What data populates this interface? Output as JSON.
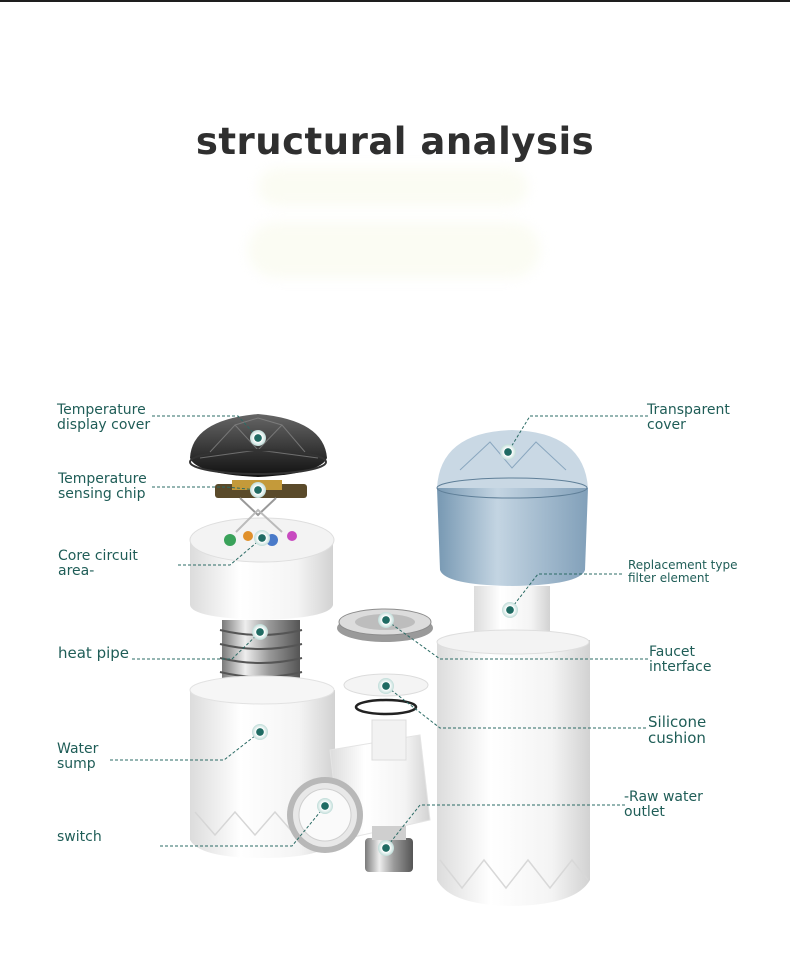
{
  "title": "structural analysis",
  "colors": {
    "label": "#1f5d57",
    "marker": "#1f6b63",
    "leader": "#2b6b65",
    "title": "#2f2f2f"
  },
  "labels": {
    "temp_display_cover": "Temperature\ndisplay cover",
    "temp_sensing_chip": "Temperature\nsensing chip",
    "core_circuit_area": "Core circuit\narea-",
    "heat_pipe": "heat pipe",
    "water_sump": "Water\nsump",
    "switch": "switch",
    "transparent_cover": "Transparent\ncover",
    "replacement_filter": "Replacement type\nfilter element",
    "faucet_interface": "Faucet\ninterface",
    "silicone_cushion": "Silicone\ncushion",
    "raw_water_outlet": "-Raw water\noutlet"
  }
}
